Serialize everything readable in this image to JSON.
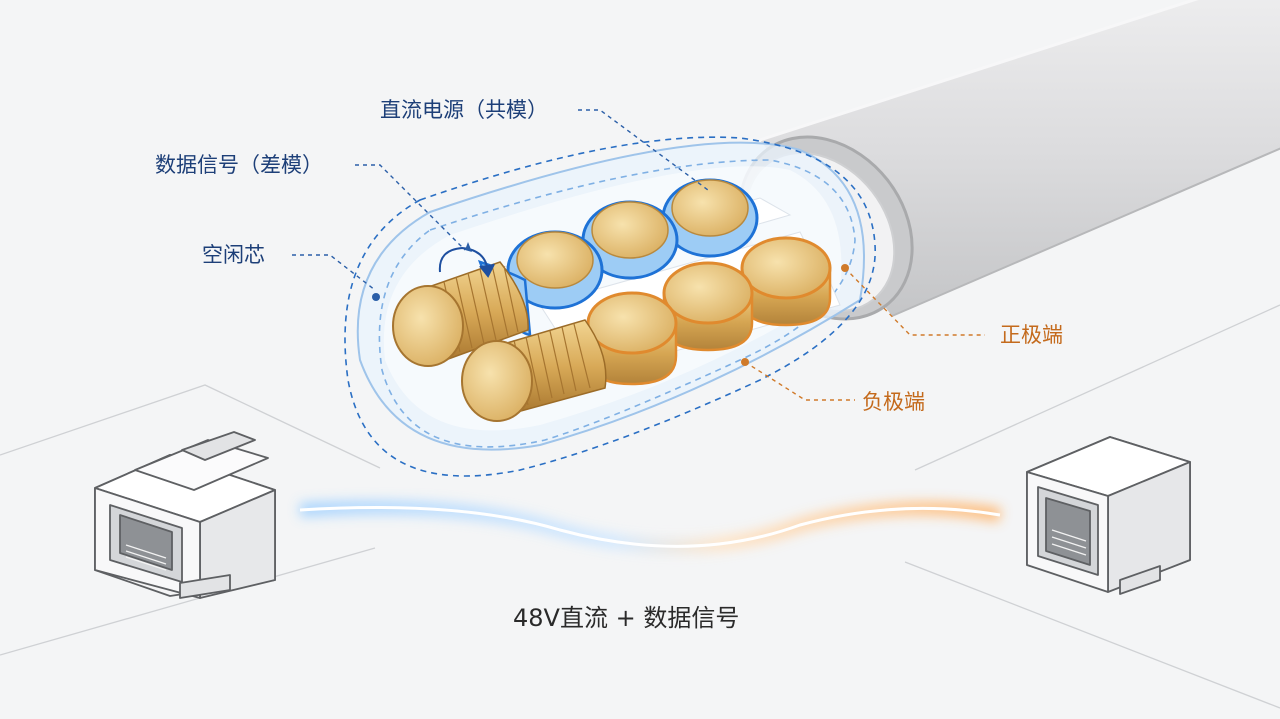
{
  "labels": {
    "dc_power": "直流电源（共模）",
    "data_signal": "数据信号（差模）",
    "idle_core": "空闲芯",
    "positive": "正极端",
    "negative": "负极端"
  },
  "caption": "48V直流 + 数据信号",
  "colors": {
    "blue_accent": "#1e6fd0",
    "orange_accent": "#e08a2e",
    "jacket": "#d9dadc",
    "copper": "#e3c17a"
  },
  "icons": {
    "left_connector": "rj45-keystone-jack-icon",
    "right_connector": "rj45-coupler-icon",
    "twist_arrow": "rotation-arrow-icon"
  }
}
